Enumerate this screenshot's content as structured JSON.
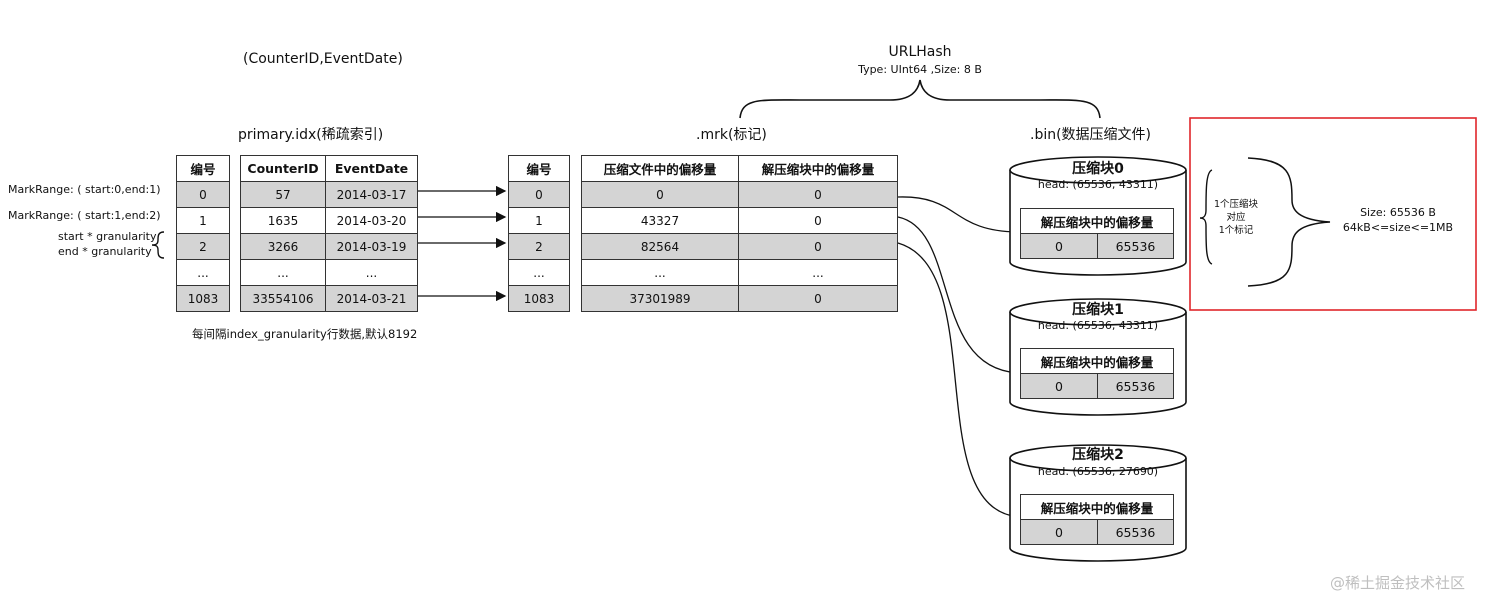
{
  "key_label": "(CounterID,EventDate)",
  "urlhash": {
    "title": "URLHash",
    "subtitle": "Type: UInt64 ,Size: 8 B"
  },
  "primary": {
    "title": "primary.idx(稀疏索引)",
    "id_header": "编号",
    "col_headers": [
      "CounterID",
      "EventDate"
    ],
    "rows": [
      {
        "id": "0",
        "counter": "57",
        "date": "2014-03-17"
      },
      {
        "id": "1",
        "counter": "1635",
        "date": "2014-03-20"
      },
      {
        "id": "2",
        "counter": "3266",
        "date": "2014-03-19"
      },
      {
        "id": "...",
        "counter": "...",
        "date": "..."
      },
      {
        "id": "1083",
        "counter": "33554106",
        "date": "2014-03-21"
      }
    ],
    "note": "每间隔index_granularity行数据,默认8192"
  },
  "markrange": {
    "line1": "MarkRange: ( start:0,end:1)",
    "line2": "MarkRange: ( start:1,end:2)",
    "start": "start * granularity",
    "end": "end  * granularity"
  },
  "mrk": {
    "title": ".mrk(标记)",
    "id_header": "编号",
    "col_headers": [
      "压缩文件中的偏移量",
      "解压缩块中的偏移量"
    ],
    "rows": [
      {
        "id": "0",
        "file_off": "0",
        "block_off": "0"
      },
      {
        "id": "1",
        "file_off": "43327",
        "block_off": "0"
      },
      {
        "id": "2",
        "file_off": "82564",
        "block_off": "0"
      },
      {
        "id": "...",
        "file_off": "...",
        "block_off": "..."
      },
      {
        "id": "1083",
        "file_off": "37301989",
        "block_off": "0"
      }
    ]
  },
  "bin": {
    "title": ".bin(数据压缩文件)",
    "blocks": [
      {
        "name": "压缩块0",
        "head": "head: (65536, 43311)",
        "header": "解压缩块中的偏移量",
        "a": "0",
        "b": "65536"
      },
      {
        "name": "压缩块1",
        "head": "head: (65536, 43311)",
        "header": "解压缩块中的偏移量",
        "a": "0",
        "b": "65536"
      },
      {
        "name": "压缩块2",
        "head": "head: (65536, 27690)",
        "header": "解压缩块中的偏移量",
        "a": "0",
        "b": "65536"
      }
    ]
  },
  "callout": {
    "left_lines": [
      "1个压缩块",
      "对应",
      "1个标记"
    ],
    "size": "Size: 65536 B",
    "range": "64kB<=size<=1MB",
    "border_color": "#e0262b"
  },
  "watermark": "@稀土掘金技术社区"
}
